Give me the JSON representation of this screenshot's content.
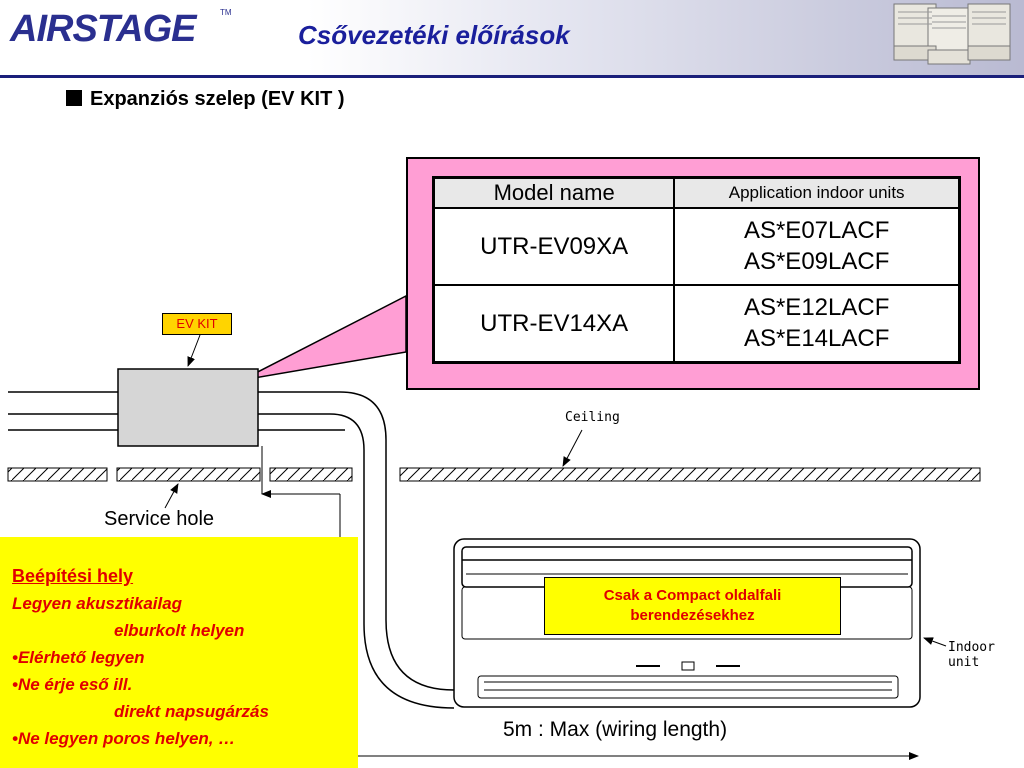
{
  "header": {
    "logo_text": "AIRSTAGE",
    "logo_tm": "TM",
    "title": "Csővezetéki előírások"
  },
  "section": {
    "title": "Expanziós szelep (EV KIT )"
  },
  "table": {
    "headers": [
      "Model name",
      "Application indoor units"
    ],
    "rows": [
      {
        "model": "UTR-EV09XA",
        "units": [
          "AS*E07LACF",
          "AS*E09LACF"
        ]
      },
      {
        "model": "UTR-EV14XA",
        "units": [
          "AS*E12LACF",
          "AS*E14LACF"
        ]
      }
    ]
  },
  "diagram": {
    "ev_kit_label": "EV KIT",
    "ceiling_label": "Ceiling",
    "service_hole_label": "Service hole",
    "indoor_unit_label": "Indoor unit",
    "wiring_label": "5m : Max (wiring length)"
  },
  "install_notes": {
    "heading": "Beépítési hely",
    "line1": "Legyen akusztikailag",
    "line2": "elburkolt helyen",
    "bullet1": "•Elérhető legyen",
    "bullet2": "•Ne érje eső ill.",
    "bullet2_cont": "direkt napsugárzás",
    "bullet3": "•Ne legyen poros helyen, …"
  },
  "compact_note": {
    "line1": "Csak a  Compact oldalfali",
    "line2": "berendezésekhez"
  },
  "colors": {
    "brand_blue": "#1a1f9c",
    "pink_panel": "#ff9ed4",
    "note_yellow": "#ffff00",
    "note_red": "#e00000"
  }
}
